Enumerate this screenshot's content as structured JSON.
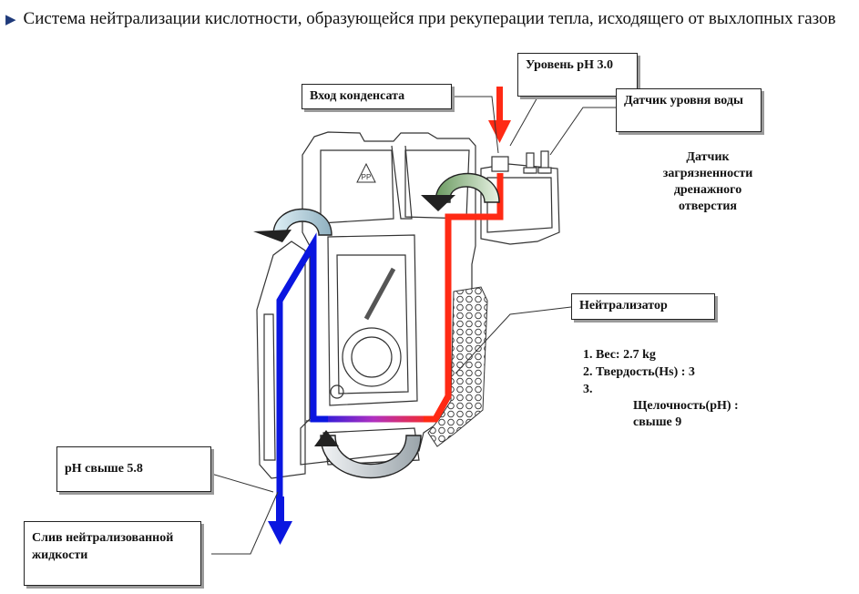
{
  "header": {
    "bullet": "▶",
    "title": "Система нейтрализации кислотности, образующейся при рекуперации тепла, исходящего от выхлопных газов"
  },
  "callouts": {
    "condensate_inlet": "Вход конденсата",
    "ph_level": "Уровень pH 3.0",
    "water_level_sensor": "Датчик уровня воды",
    "neutralizer": "Нейтрализатор",
    "ph_above": "pH свыше 5.8",
    "drain": "Слив нейтрализованной жидкости"
  },
  "labels": {
    "drain_clog_sensor": "Датчик загрязненности дренажного отверстия",
    "spec_1": "1. Вес: 2.7 kg",
    "spec_2": "2. Твердость(Hs) : 3",
    "spec_3": "3.",
    "spec_3_value": "Щелочность(pH) : свыше 9"
  },
  "tank_mark": "PP",
  "colors": {
    "acid_flow": "#ff2a14",
    "neutral_flow": "#0a16e0",
    "bullet": "#1f3a7a"
  }
}
